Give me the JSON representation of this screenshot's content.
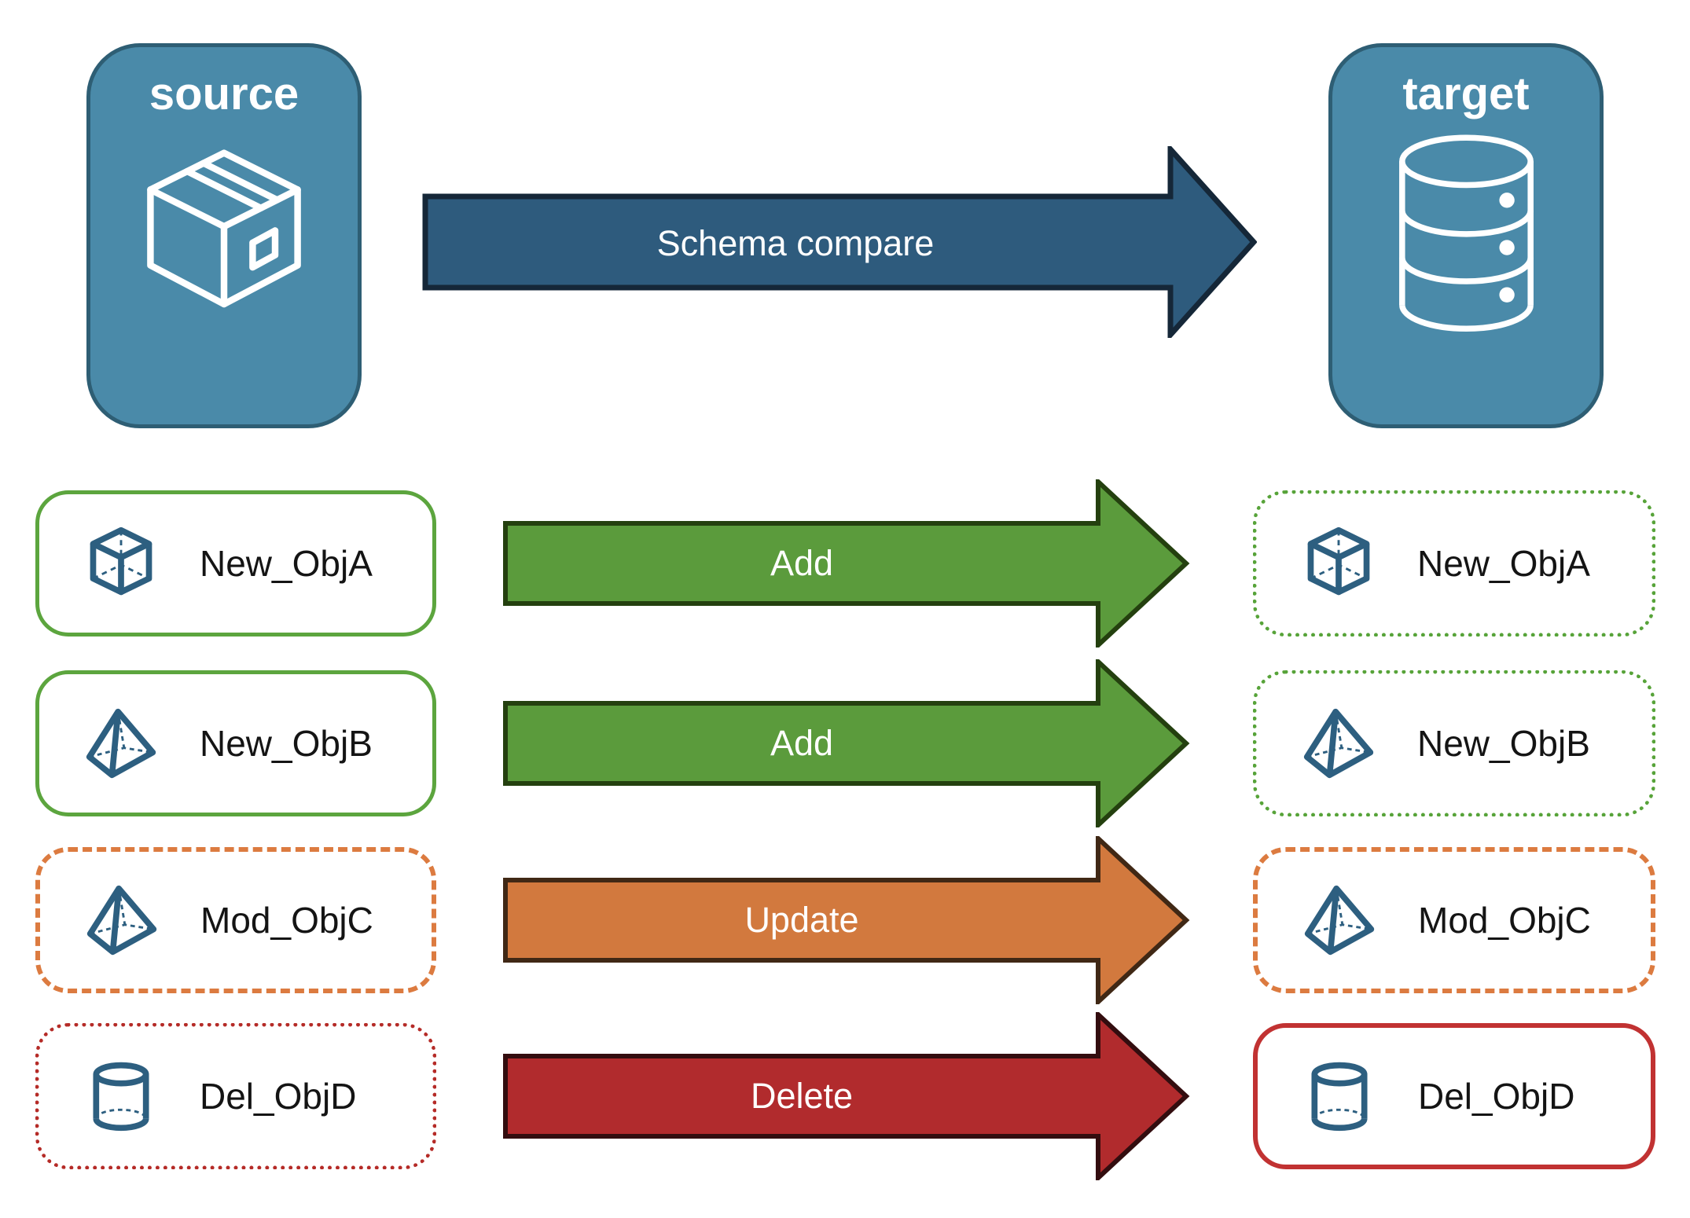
{
  "title": "Schema compare diagram",
  "colors": {
    "panel-blue": "#4A8AA9",
    "panel-blue-border": "#2E5E74",
    "navy-arrow": "#2E5B7D",
    "navy-arrow-border": "#152738",
    "green-arrow": "#5B9B3C",
    "green-arrow-border": "#24400F",
    "green-box-border": "#5CA53E",
    "green-box-border-dotted": "#57A339",
    "orange-arrow": "#D2793E",
    "orange-arrow-border": "#402815",
    "orange-box-border": "#DC7B40",
    "red-arrow": "#B12B2D",
    "red-arrow-border": "#330D0F",
    "red-box-border-dotted": "#B52B27",
    "red-box-border-solid": "#C13232",
    "icon-blue": "#2D5F80",
    "label-text": "#141414",
    "arrow-text": "#FFFFFF"
  },
  "top": {
    "source_label": "source",
    "target_label": "target",
    "arrow_label": "Schema compare",
    "source_icon": "package-box-icon",
    "target_icon": "database-icon"
  },
  "rows": [
    {
      "name": "New_ObjA",
      "action": "Add",
      "icon": "cube-icon",
      "source_style": "solid-green",
      "target_style": "dotted-green"
    },
    {
      "name": "New_ObjB",
      "action": "Add",
      "icon": "pyramid-icon",
      "source_style": "solid-green",
      "target_style": "dotted-green"
    },
    {
      "name": "Mod_ObjC",
      "action": "Update",
      "icon": "pyramid-icon",
      "source_style": "dashed-orange",
      "target_style": "dashed-orange"
    },
    {
      "name": "Del_ObjD",
      "action": "Delete",
      "icon": "cylinder-icon",
      "source_style": "dotted-red",
      "target_style": "solid-red"
    }
  ]
}
